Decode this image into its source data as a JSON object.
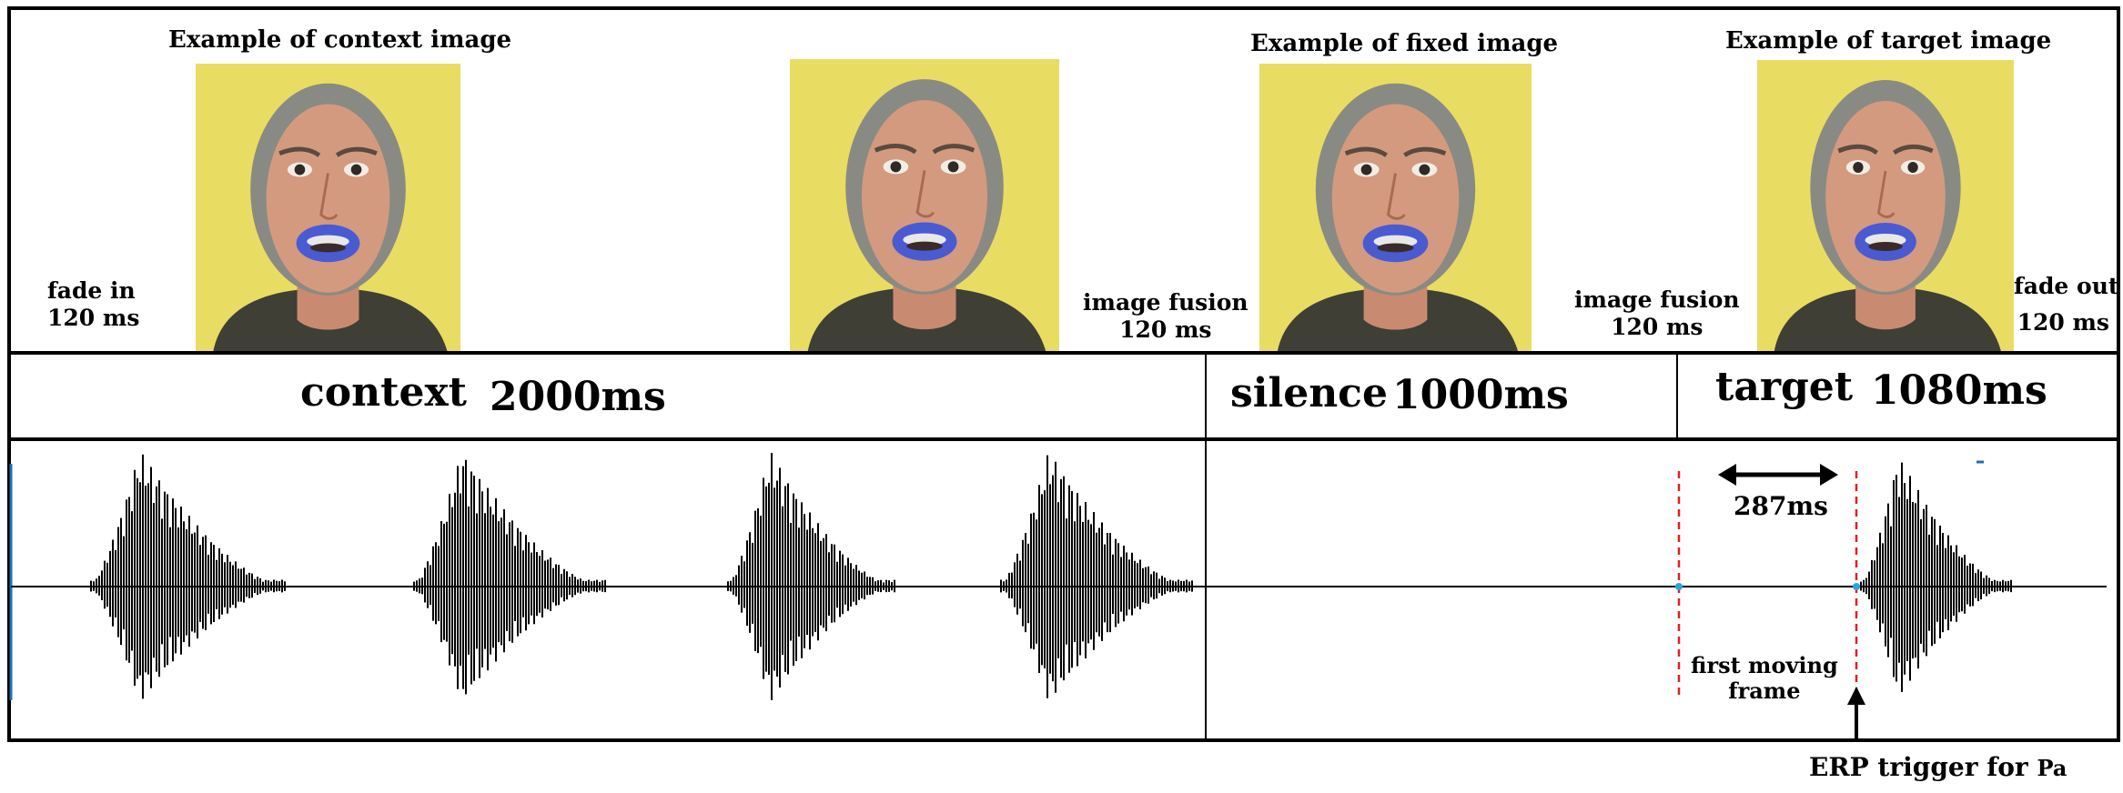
{
  "captions": {
    "context": "Example of context image",
    "fixed": "Example of fixed image",
    "target": "Example of target image"
  },
  "transitions": {
    "fade_in": {
      "line1": "fade in",
      "line2": "120 ms"
    },
    "fusion1": {
      "line1": "image fusion",
      "line2": "120 ms"
    },
    "fusion2": {
      "line1": "image fusion",
      "line2": "120 ms"
    },
    "fade_out": {
      "line1": "fade out",
      "line2": "120 ms"
    }
  },
  "segments": {
    "context": {
      "name": "context",
      "duration": "2000ms"
    },
    "silence": {
      "name": "silence",
      "duration": "1000ms"
    },
    "target": {
      "name": "target",
      "duration": "1080ms"
    }
  },
  "annotations": {
    "interval": "287ms",
    "first_moving_frame_1": "first moving",
    "first_moving_frame_2": "frame",
    "erp_trigger": "ERP trigger for",
    "erp_trigger_suffix": "Pa"
  },
  "colors": {
    "face_background": "#e9dc63",
    "lips": "#4a5bd1",
    "marker": "#e02020",
    "waveform": "#000000"
  }
}
